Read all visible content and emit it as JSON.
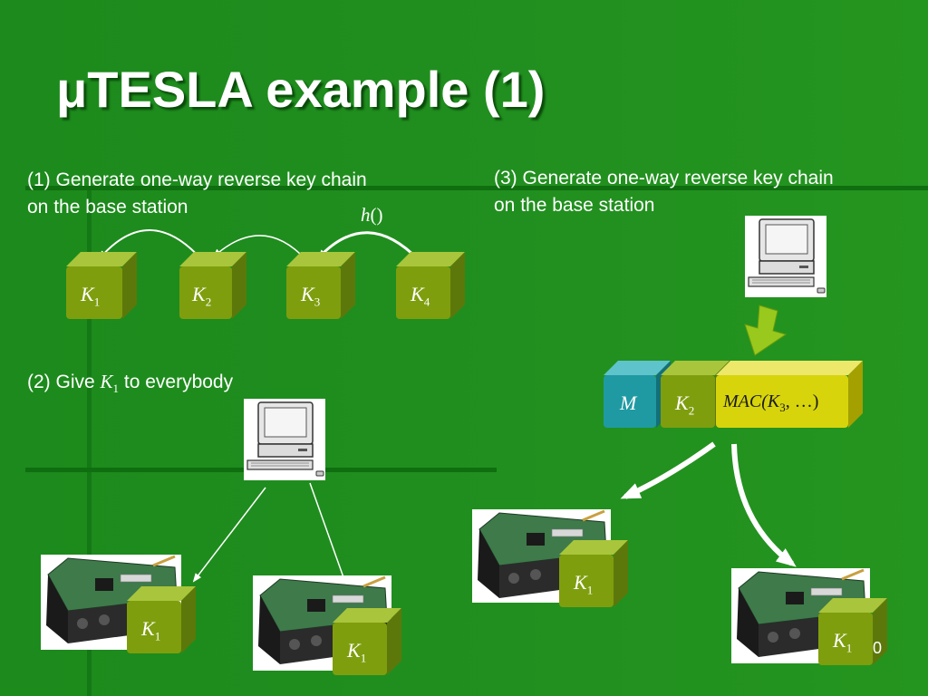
{
  "title": "μTESLA example (1)",
  "step1": {
    "line1": "(1) Generate one-way reverse key chain",
    "line2": "on the base station"
  },
  "step2": {
    "prefix": "(2) Give ",
    "key": "K",
    "sub": "1",
    "suffix": " to everybody"
  },
  "step3": {
    "line1": "(3) Generate one-way reverse key chain",
    "line2": "on the base station"
  },
  "hash_label": {
    "fn": "h",
    "parens": "()"
  },
  "chain": [
    {
      "sym": "K",
      "sub": "1"
    },
    {
      "sym": "K",
      "sub": "2"
    },
    {
      "sym": "K",
      "sub": "3"
    },
    {
      "sym": "K",
      "sub": "4"
    }
  ],
  "packet": {
    "message": "M",
    "key": {
      "sym": "K",
      "sub": "2"
    },
    "mac": {
      "prefix": "MAC(",
      "sym": "K",
      "sub": "3",
      "suffix": ", …)"
    }
  },
  "node_key": {
    "sym": "K",
    "sub": "1"
  },
  "slide_number": "0",
  "colors": {
    "background": "#1c8a1c",
    "cube_green": "#7f9e0e",
    "cube_teal": "#1f9aa3",
    "cube_yellow": "#d7d40c",
    "arrow_lime": "#98c91c"
  }
}
